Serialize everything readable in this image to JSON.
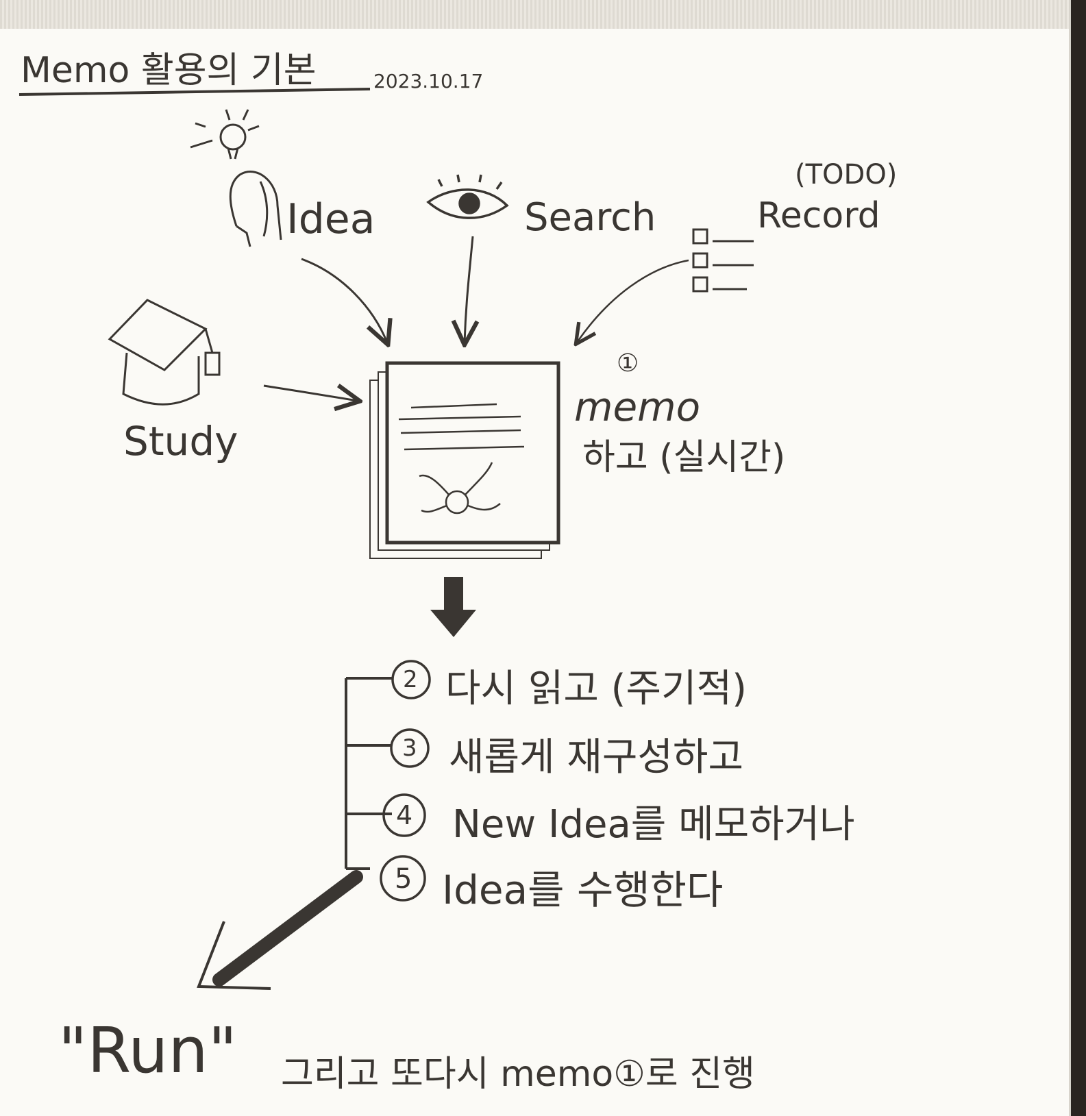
{
  "title": "Memo 활용의 기본",
  "date": "2023.10.17",
  "inputs": {
    "idea": "Idea",
    "search": "Search",
    "todo": "(TODO)",
    "record": "Record",
    "study": "Study"
  },
  "center": {
    "step_no": "①",
    "memo": "memo",
    "action": "하고 (실시간)"
  },
  "steps": [
    {
      "no": "②",
      "text": "다시 읽고 (주기적)"
    },
    {
      "no": "③",
      "text": "새롭게 재구성하고"
    },
    {
      "no": "④",
      "text": "New Idea를 메모하거나"
    },
    {
      "no": "⑤",
      "text": "Idea를 수행한다"
    }
  ],
  "footer": {
    "run": "\"Run\"",
    "rest": "그리고 또다시 memo①로 진행"
  },
  "colors": {
    "ink": "#3a3632",
    "paper": "#fbfaf6"
  }
}
